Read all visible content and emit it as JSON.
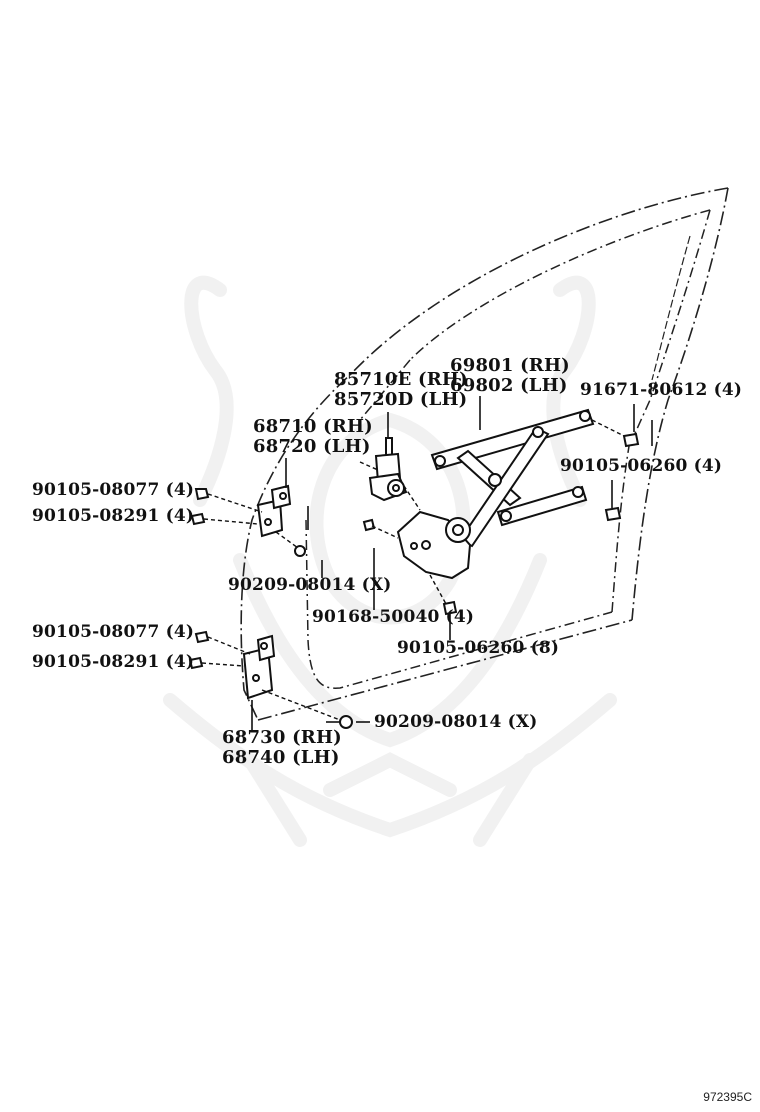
{
  "callouts": {
    "motor_rh": "85710E (RH)",
    "motor_lh": "85720D (LH)",
    "regulator_rh": "69801 (RH)",
    "regulator_lh": "69802 (LH)",
    "bolt_91671": "91671-80612 (4)",
    "upper_hinge_rh": "68710 (RH)",
    "upper_hinge_lh": "68720 (LH)",
    "bolt_upper_1": "90105-08077 (4)",
    "bolt_upper_2": "90105-08291 (4)",
    "bolt_right_upper": "90105-06260 (4)",
    "washer_upper": "90209-08014 (X)",
    "screw_90168": "90168-50040 (4)",
    "bolt_lower_regulator": "90105-06260 (8)",
    "bolt_lower_1": "90105-08077 (4)",
    "bolt_lower_2": "90105-08291 (4)",
    "washer_lower": "90209-08014 (X)",
    "lower_hinge_rh": "68730 (RH)",
    "lower_hinge_lh": "68740 (LH)"
  },
  "ref_code": "972395C"
}
